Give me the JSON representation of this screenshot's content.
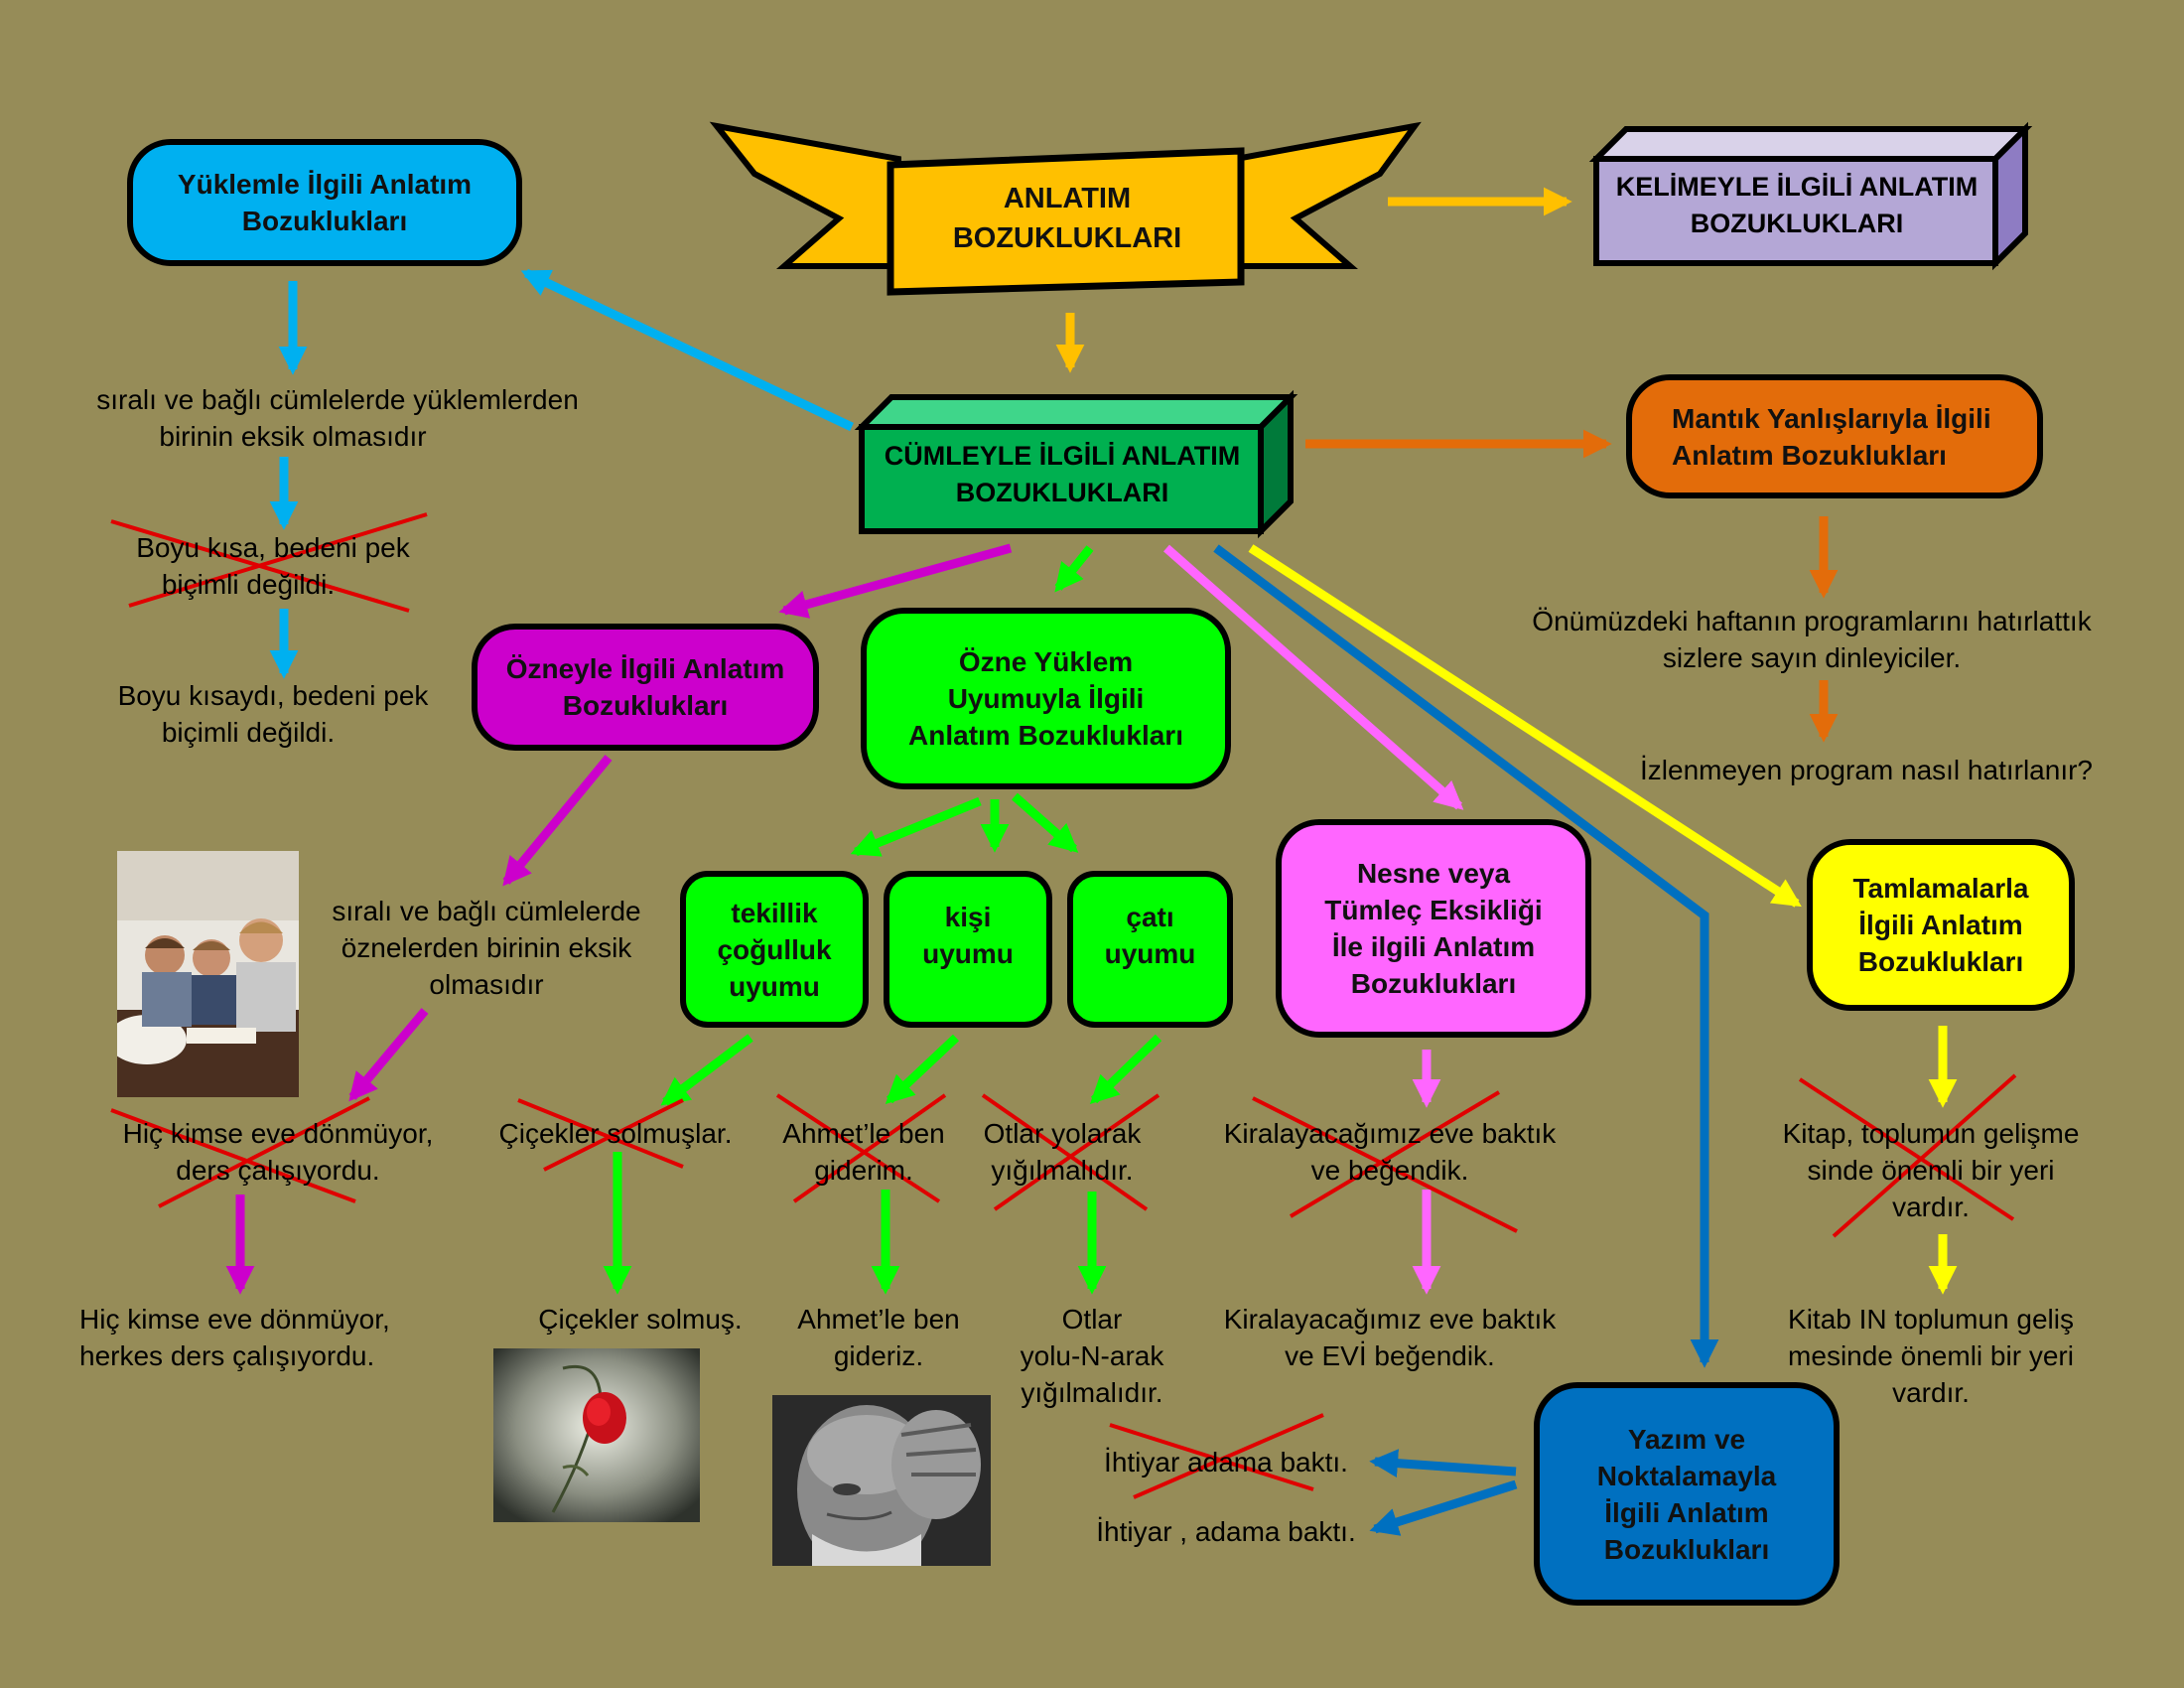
{
  "title": {
    "line1": "ANLATIM",
    "line2": "BOZUKLUKLARI"
  },
  "nodes": {
    "kelime": {
      "line1": "KELİMEYLE İLGİLİ ANLATIM",
      "line2": "BOZUKLUKLARI"
    },
    "yuklem": {
      "line1": "Yüklemle İlgili Anlatım",
      "line2": "Bozuklukları"
    },
    "cumle": {
      "line1": "CÜMLEYLE İLGİLİ ANLATIM",
      "line2": "BOZUKLUKLARI"
    },
    "mantik": {
      "line1": "Mantık Yanlışlarıyla  İlgili",
      "line2": "Anlatım  Bozuklukları"
    },
    "ozne": {
      "line1": "Özneyle İlgili Anlatım",
      "line2": "Bozuklukları"
    },
    "uyum": {
      "line1": "Özne Yüklem",
      "line2": "Uyumuyla İlgili",
      "line3": "Anlatım  Bozuklukları"
    },
    "tekillik": {
      "line1": "tekillik",
      "line2": "çoğulluk",
      "line3": "uyumu"
    },
    "kisi": {
      "line1": "kişi",
      "line2": "uyumu"
    },
    "cati": {
      "line1": "çatı",
      "line2": "uyumu"
    },
    "nesne": {
      "line1": "Nesne veya",
      "line2": "Tümleç Eksikliği",
      "line3": "İle ilgili Anlatım",
      "line4": "Bozuklukları"
    },
    "tamlama": {
      "line1": "Tamlamalarla",
      "line2": "İlgili Anlatım",
      "line3": "Bozuklukları"
    },
    "yazim": {
      "line1": "Yazım ve",
      "line2": "Noktalamayla",
      "line3": "İlgili Anlatım",
      "line4": "Bozuklukları"
    }
  },
  "texts": {
    "yuklem_def": {
      "line1": "sıralı ve bağlı cümlelerde yüklemlerden",
      "line2": "birinin eksik olmasıdır"
    },
    "yuklem_wrong": {
      "line1": "Boyu kısa, bedeni pek",
      "line2": "biçimli değildi."
    },
    "yuklem_right": {
      "line1": "Boyu kısaydı, bedeni pek",
      "line2": "biçimli değildi."
    },
    "mantik_wrong": {
      "line1": "Önümüzdeki haftanın programlarını hatırlattık",
      "line2": "sizlere sayın dinleyiciler."
    },
    "mantik_right": {
      "line1": "İzlenmeyen program nasıl hatırlanır?"
    },
    "ozne_def": {
      "line1": "sıralı ve bağlı cümlelerde",
      "line2": "öznelerden birinin eksik",
      "line3": "olmasıdır"
    },
    "ozne_wrong": {
      "line1": "Hiç kimse eve dönmüyor,",
      "line2": "ders çalışıyordu."
    },
    "ozne_right": {
      "line1": "Hiç kimse eve dönmüyor,",
      "line2": "herkes ders çalışıyordu."
    },
    "tek_wrong": {
      "line1": "Çiçekler solmuşlar."
    },
    "tek_right": {
      "line1": "Çiçekler solmuş."
    },
    "kisi_wrong": {
      "line1": "Ahmet’le ben",
      "line2": "giderim."
    },
    "kisi_right": {
      "line1": "Ahmet’le ben",
      "line2": "gideriz."
    },
    "cati_wrong": {
      "line1": "Otlar yolarak",
      "line2": "yığılmalıdır."
    },
    "cati_right": {
      "line1": "Otlar",
      "line2": "yolu-N-arak",
      "line3": "yığılmalıdır."
    },
    "nesne_wrong": {
      "line1": "Kiralayacağımız eve baktık",
      "line2": "ve beğendik."
    },
    "nesne_right": {
      "line1": "Kiralayacağımız eve baktık",
      "line2": "ve EVİ beğendik."
    },
    "tam_wrong": {
      "line1": "Kitap, toplumun gelişme",
      "line2": "sinde önemli bir yeri",
      "line3": "vardır."
    },
    "tam_right": {
      "line1": "Kitab IN toplumun geliş",
      "line2": "mesinde önemli bir yeri",
      "line3": "vardır."
    },
    "yazim_wrong": {
      "line1": "İhtiyar adama baktı."
    },
    "yazim_right": {
      "line1": "İhtiyar , adama baktı."
    }
  },
  "colors": {
    "background": "#968c58",
    "title": "#ffc000",
    "kelime": "#b4a7d6",
    "yuklem": "#00b0f0",
    "cumle": "#00b050",
    "mantik": "#e36c0a",
    "ozne": "#cc00cc",
    "uyum": "#00ff00",
    "nesne": "#ff66ff",
    "tamlama": "#ffff00",
    "yazim": "#0070c0",
    "cross": "#e00000"
  },
  "icons": [
    "three-students-photo",
    "wilted-rose-photo",
    "old-man-photo"
  ]
}
